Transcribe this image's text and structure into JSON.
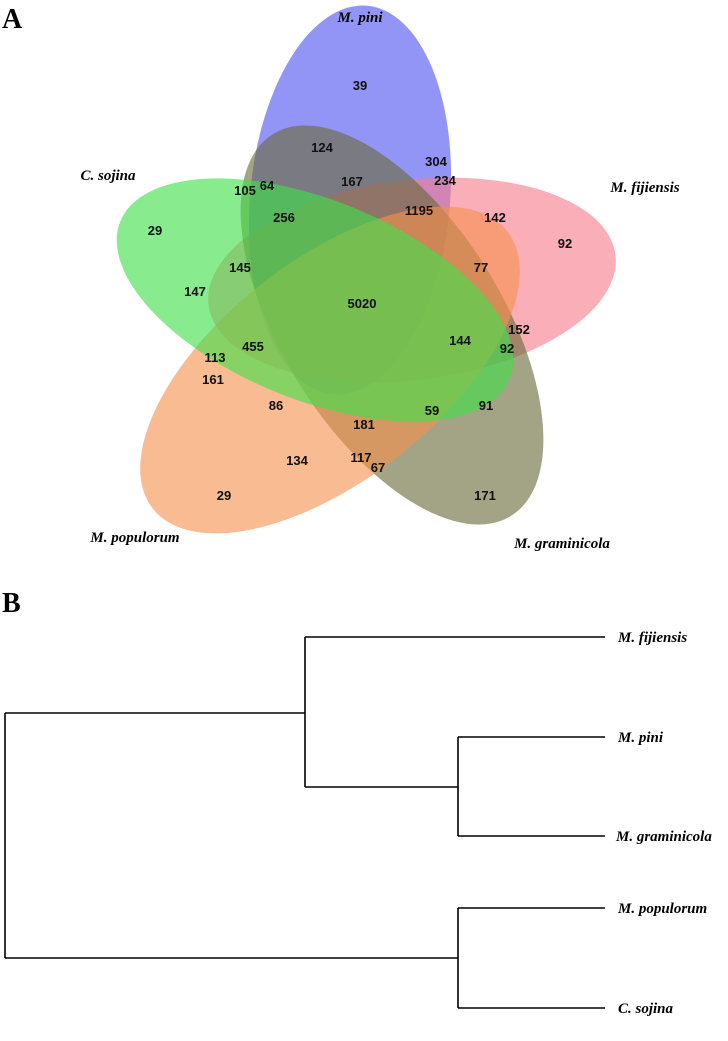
{
  "panels": {
    "a_label": "A",
    "b_label": "B"
  },
  "venn": {
    "sets": [
      {
        "key": "pini",
        "name": "M. pini",
        "color": "#4f53f0"
      },
      {
        "key": "fijiensis",
        "name": "M. fijiensis",
        "color": "#f77d8a"
      },
      {
        "key": "graminicola",
        "name": "M. graminicola",
        "color": "#6b6a3a"
      },
      {
        "key": "populorum",
        "name": "M. populorum",
        "color": "#f6924e"
      },
      {
        "key": "sojina",
        "name": "C. sojina",
        "color": "#3fe04a"
      }
    ],
    "counts": {
      "pini_only": "39",
      "fijiensis_only": "92",
      "graminicola_only": "171",
      "populorum_only": "29",
      "sojina_only": "29",
      "core": "5020",
      "c124": "124",
      "c304": "304",
      "c234": "234",
      "c167": "167",
      "c105": "105",
      "c64": "64",
      "c256": "256",
      "c1195": "1195",
      "c142": "142",
      "c77": "77",
      "c145": "145",
      "c147": "147",
      "c144": "144",
      "c152": "152",
      "c92": "92",
      "c455": "455",
      "c113": "113",
      "c161": "161",
      "c86": "86",
      "c91": "91",
      "c59": "59",
      "c181": "181",
      "c134": "134",
      "c117": "117",
      "c67": "67"
    }
  },
  "tree": {
    "leaves": {
      "fijiensis": "M. fijiensis",
      "pini": "M. pini",
      "graminicola": "M. graminicola",
      "populorum": "M. populorum",
      "sojina": "C. sojina"
    }
  }
}
